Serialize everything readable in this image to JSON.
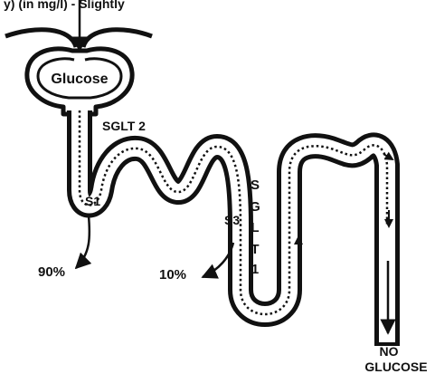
{
  "header_text": "y) (in mg/l) - Slightly",
  "labels": {
    "glucose": "Glucose",
    "sglt2": "SGLT 2",
    "s1": "S1",
    "s3": "S3",
    "sglt1_letters": [
      "S",
      "G",
      "L",
      "T",
      "1"
    ],
    "pct_90": "90%",
    "pct_10": "10%",
    "no": "NO",
    "glucose_out": "GLUCOSE"
  },
  "colors": {
    "line": "#111111",
    "fill": "#ffffff"
  }
}
